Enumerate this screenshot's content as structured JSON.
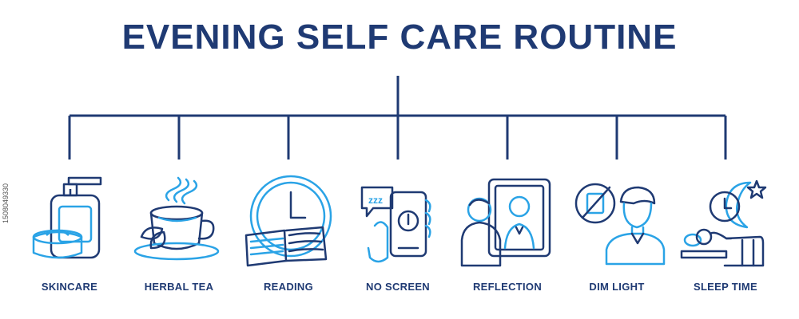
{
  "title": "EVENING SELF CARE ROUTINE",
  "side_id": "1508049330",
  "items": [
    {
      "label": "SKINCARE",
      "icon": "skincare-icon"
    },
    {
      "label": "HERBAL TEA",
      "icon": "herbal-tea-icon"
    },
    {
      "label": "READING",
      "icon": "reading-icon"
    },
    {
      "label": "NO SCREEN",
      "icon": "no-screen-icon"
    },
    {
      "label": "REFLECTION",
      "icon": "reflection-icon"
    },
    {
      "label": "DIM LIGHT",
      "icon": "dim-light-icon"
    },
    {
      "label": "SLEEP TIME",
      "icon": "sleep-time-icon"
    }
  ],
  "colors": {
    "navy": "#1f3a73",
    "blue": "#2aa3e6"
  }
}
